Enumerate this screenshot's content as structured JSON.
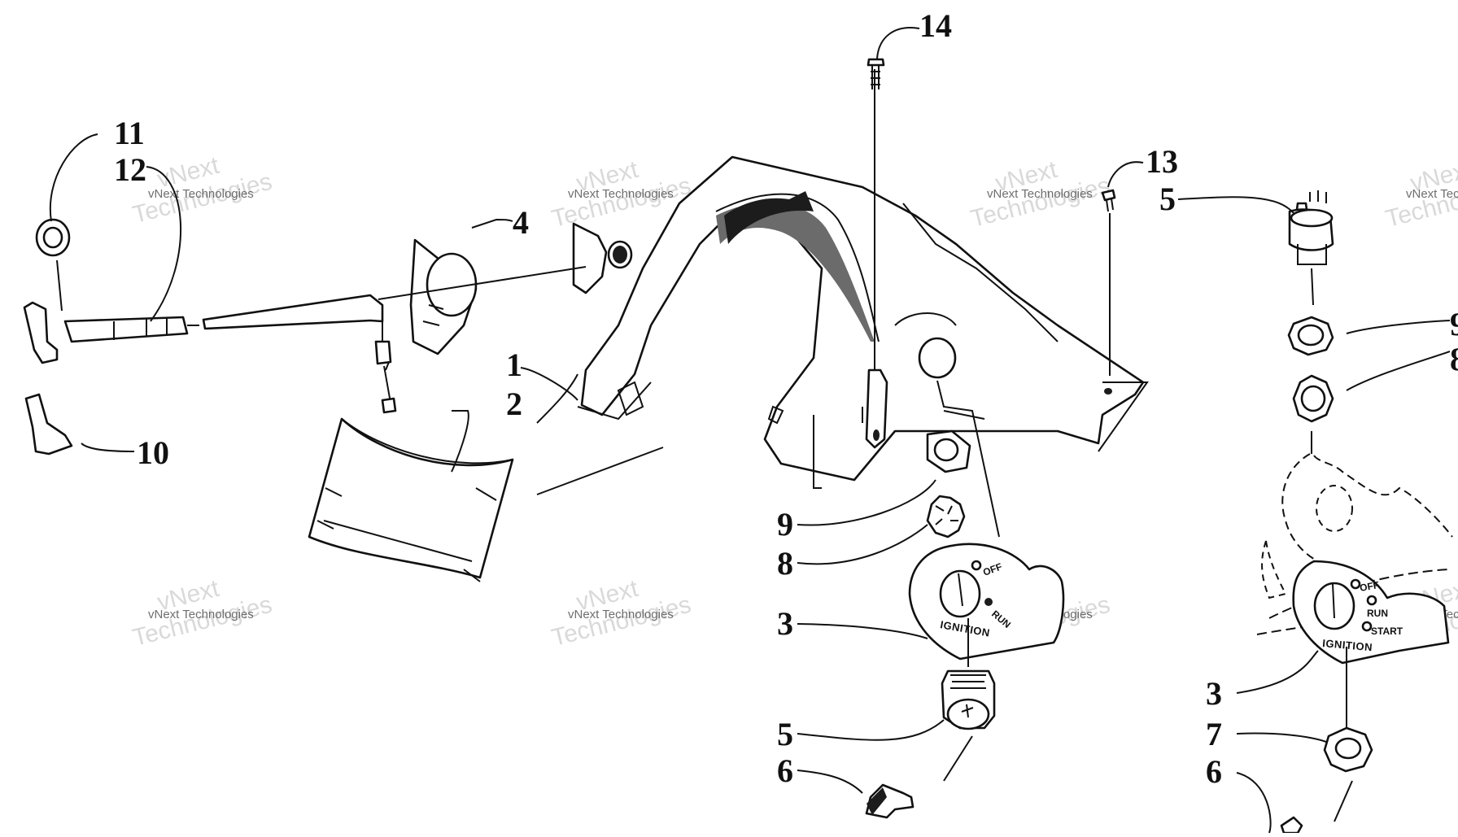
{
  "diagram": {
    "callouts": [
      "1",
      "2",
      "3",
      "4",
      "5",
      "6",
      "7",
      "8",
      "9",
      "10",
      "11",
      "12",
      "13",
      "14"
    ],
    "dial_left": {
      "off": "OFF",
      "run": "RUN",
      "name": "IGNITION"
    },
    "dial_right": {
      "off": "OFF",
      "run": "RUN",
      "start": "START",
      "name": "IGNITION"
    },
    "watermark": {
      "line1": "vNext",
      "line2": "Technologies",
      "small": "vNext Technologies"
    }
  }
}
